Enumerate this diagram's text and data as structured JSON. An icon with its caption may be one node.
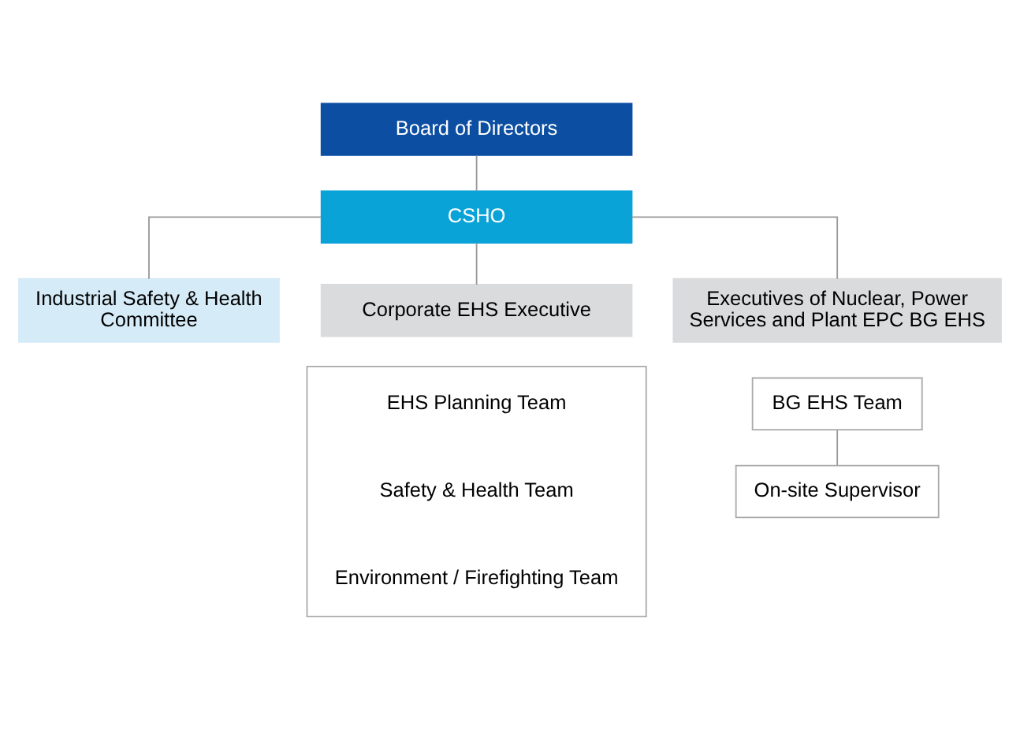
{
  "diagram": {
    "nodes": [
      {
        "text": [
          "Board of Directors"
        ]
      },
      {
        "text": [
          "CSHO"
        ]
      },
      {
        "text": [
          "Industrial Safety & Health Committee"
        ]
      },
      {
        "text": [
          "Corporate EHS Executive"
        ]
      },
      {
        "text": [
          "Executives of Nuclear, Power Services and Plant EPC BG EHS"
        ]
      },
      {
        "text": [],
        "shape": "box"
      },
      {
        "text": [
          "EHS Planning Team"
        ],
        "in": 5
      },
      {
        "text": [
          "Safety & Health Team"
        ],
        "in": 5
      },
      {
        "text": [
          "Environment / Firefighting Team"
        ],
        "in": 5
      },
      {
        "text": [
          "BG EHS Team"
        ]
      },
      {
        "text": [
          "On-site Supervisor"
        ]
      }
    ],
    "edges": [
      {
        "from": 0,
        "to": 1,
        "arrow": "none"
      },
      {
        "from": 1,
        "to": 2,
        "arrow": "none"
      },
      {
        "from": 1,
        "to": 3,
        "arrow": "none"
      },
      {
        "from": 1,
        "to": 4,
        "arrow": "none"
      },
      {
        "from": 9,
        "to": 10,
        "arrow": "none"
      }
    ]
  }
}
